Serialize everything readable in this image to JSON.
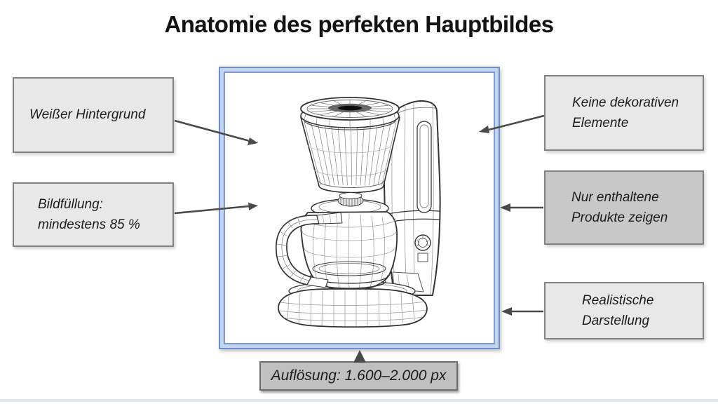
{
  "title": "Anatomie des perfekten Hauptbildes",
  "boxes": {
    "white_background": {
      "label": "Weißer Hintergrund"
    },
    "image_fill": {
      "label": "Bildfüllung:\nmindestens 85 %"
    },
    "no_decorative": {
      "label": "Keine dekorativen\nElemente"
    },
    "only_included": {
      "label": "Nur enthaltene\nProdukte zeigen"
    },
    "realistic": {
      "label": "Realistische\nDarstellung"
    },
    "resolution": {
      "label": "Auflösung: 1.600–2.000 px"
    }
  },
  "image_frame": {
    "content": "wireframe line drawing of a drip coffee maker with glass carafe",
    "border_accent": "#6c8fc9",
    "border_band": "#c3d5ee"
  },
  "colors": {
    "box_fill_light": "#e8e8e8",
    "box_fill_dark": "#c8c8c8",
    "resolution_fill": "#c0c0c0",
    "arrow": "#4a4a4a",
    "title_text": "#121212"
  }
}
